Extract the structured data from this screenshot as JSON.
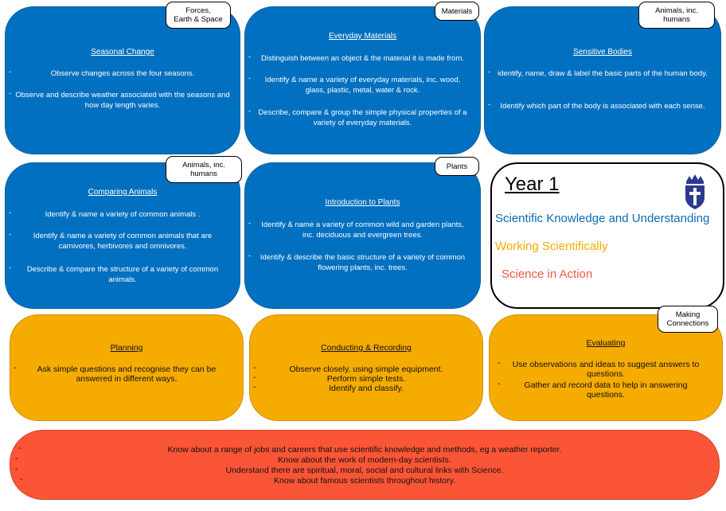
{
  "colors": {
    "knowledge": "#0270c0",
    "working": "#f5ab00",
    "action": "#fa5536"
  },
  "cards": {
    "seasonal": {
      "tag": "Forces,\nEarth & Space",
      "title": "Seasonal Change",
      "items": [
        "Observe changes across the four seasons.",
        "Observe and describe weather associated with the seasons and how day length varies."
      ]
    },
    "materials": {
      "tag": "Materials",
      "title": "Everyday Materials",
      "items": [
        "Distinguish between an object & the material it is made from.",
        "Identify & name a variety of everyday materials, inc. wood, glass, plastic, metal, water & rock.",
        "Describe, compare & group the simple physical properties of a variety of everyday materials."
      ]
    },
    "sensitive": {
      "tag": "Animals, inc.\nhumans",
      "title": "Sensitive Bodies",
      "items": [
        "identify, name, draw & label the basic parts of the human body.",
        "Identify which part of the body is associated with each sense."
      ]
    },
    "animals": {
      "tag": "Animals, inc.\nhumans",
      "title": "Comparing Animals",
      "items": [
        "Identify & name a variety of common animals .",
        "Identify & name a variety of common animals that are carnivores, herbivores and omnivores.",
        "Describe & compare the structure of a variety of common animals."
      ]
    },
    "plants": {
      "tag": "Plants",
      "title": "Introduction to Plants",
      "items": [
        "Identify & name a variety of common wild and garden plants, inc. deciduous and evergreen trees.",
        "Identify & describe the basic structure of a variety of common flowering plants, inc. trees."
      ]
    },
    "planning": {
      "title": "Planning",
      "items": [
        "Ask simple questions and recognise they can be answered in different ways."
      ]
    },
    "conducting": {
      "title": "Conducting & Recording",
      "items": [
        "Observe closely, using simple equipment.",
        "Perform simple tests.",
        "Identify and classify."
      ]
    },
    "evaluating": {
      "tag": "Making\nConnections",
      "title": "Evaluating",
      "items": [
        "Use observations and ideas to suggest answers to questions.",
        "Gather and record data to help in answering questions."
      ]
    }
  },
  "year": {
    "title": "Year 1",
    "key": [
      "Scientific Knowledge and Understanding",
      "Working Scientifically",
      "Science in Action"
    ],
    "crest_icon": "shield-cross-crest-icon"
  },
  "action": {
    "items": [
      "Know about a range of jobs and careers that use scientific knowledge and methods, eg a weather reporter.",
      "Know about the work of modern-day scientists.",
      "Understand there are spiritual, moral, social and cultural links with Science.",
      "Know about famous scientists throughout history."
    ]
  }
}
